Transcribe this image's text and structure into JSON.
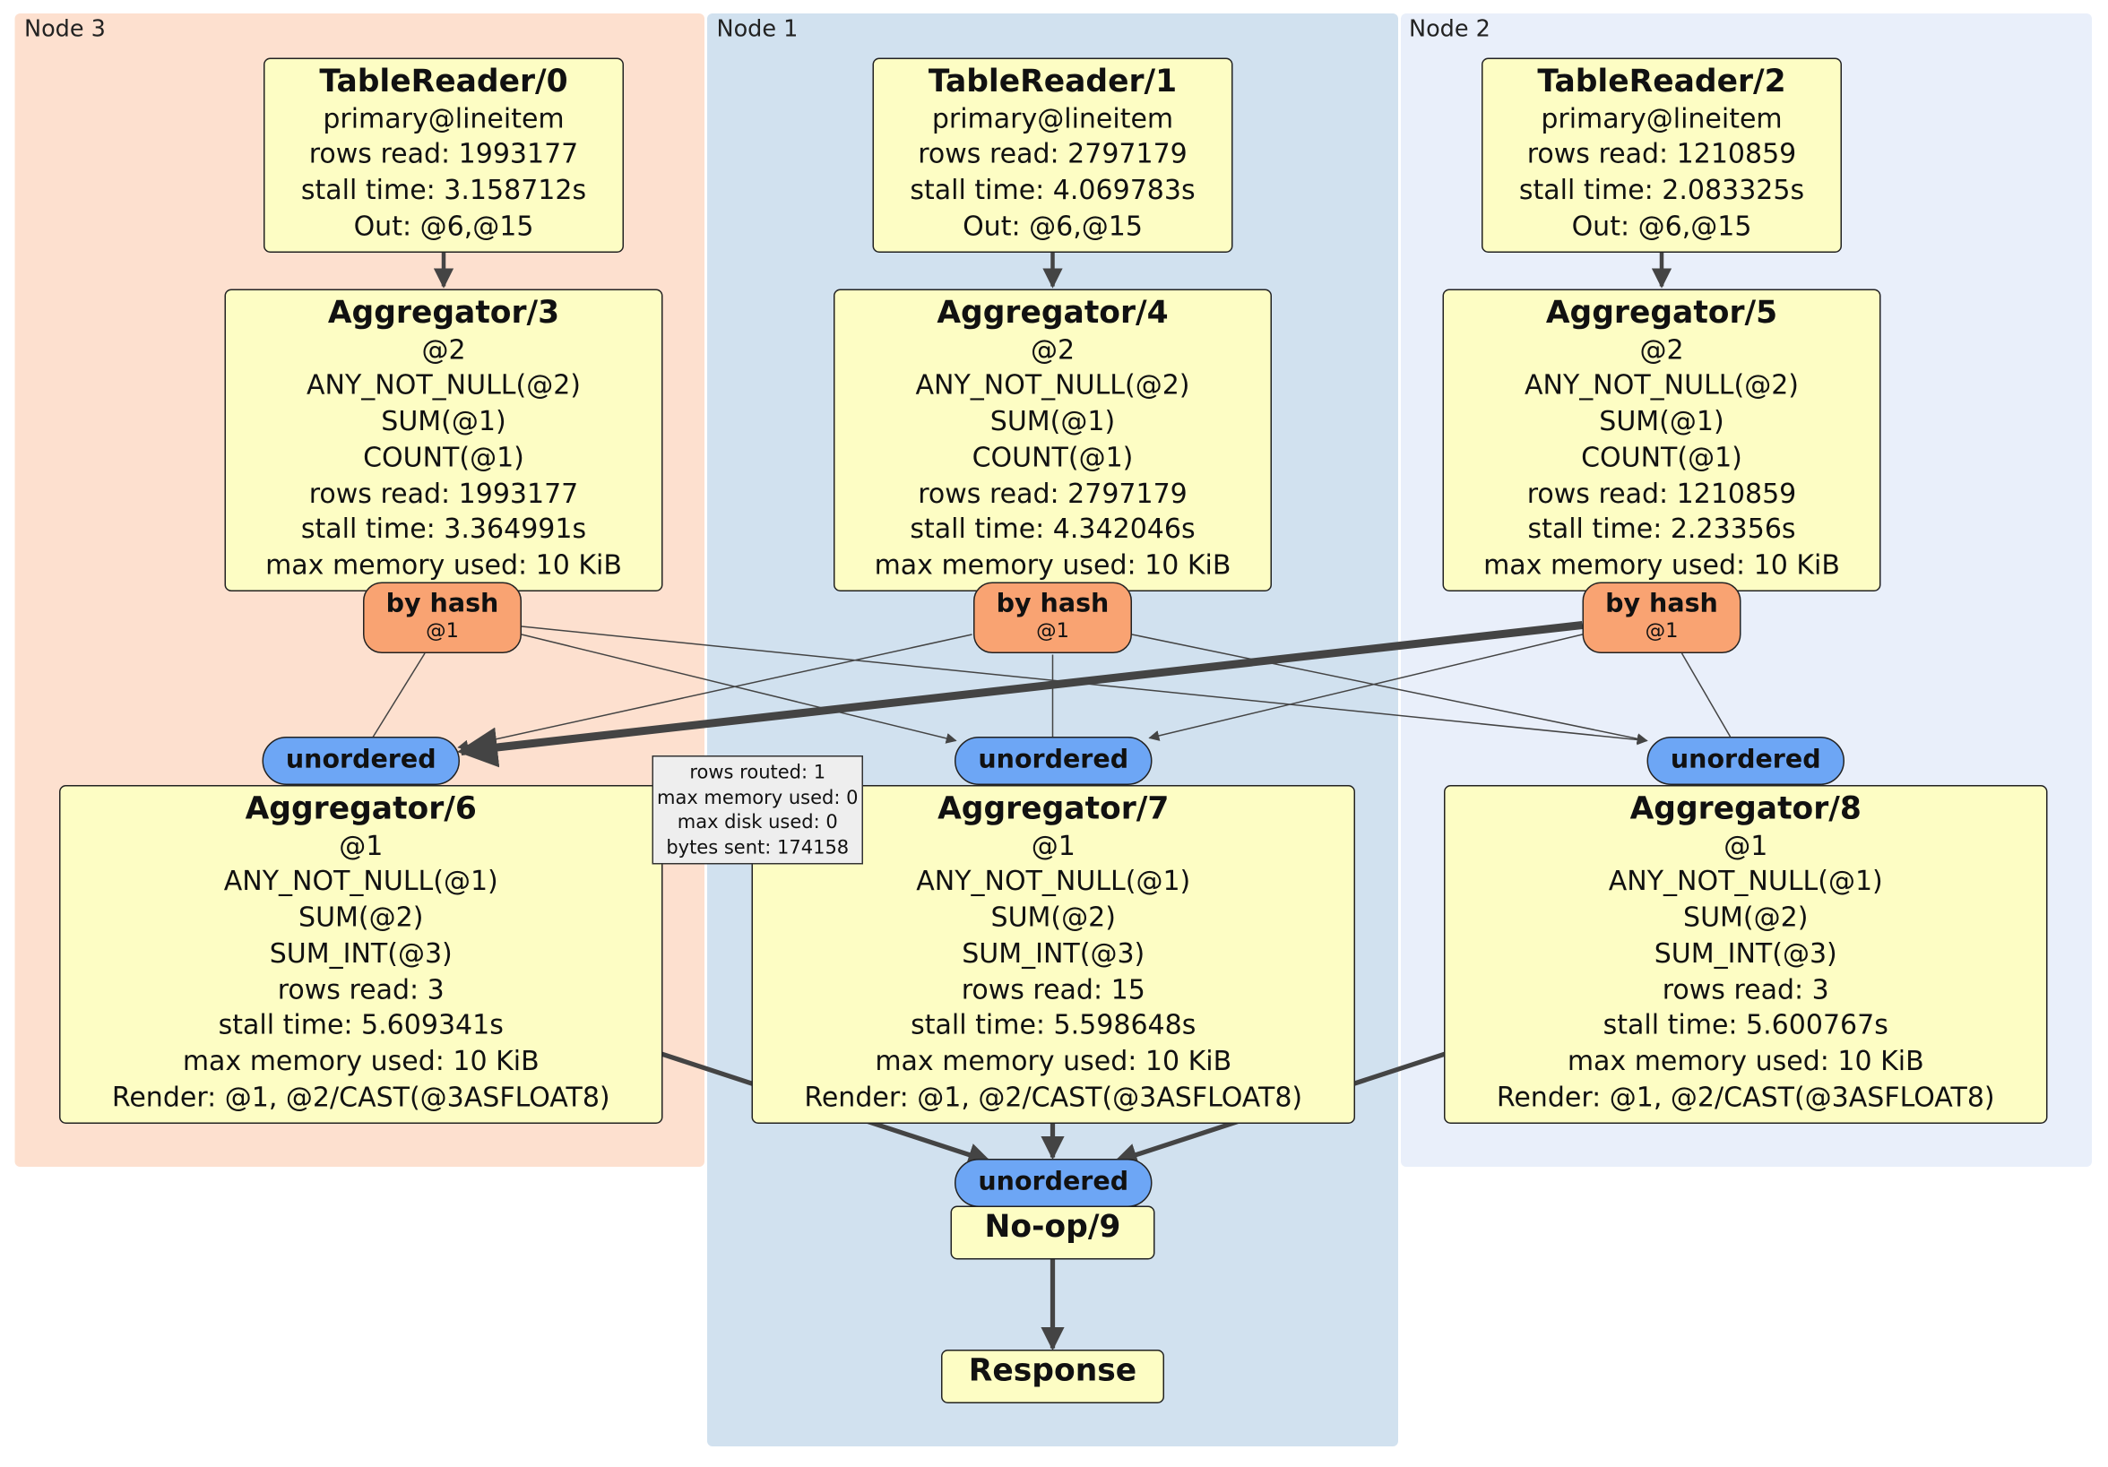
{
  "nodes": {
    "node3": {
      "label": "Node 3",
      "color": "#fde0cf"
    },
    "node1": {
      "label": "Node 1",
      "color": "#d1e1ef"
    },
    "node2": {
      "label": "Node 2",
      "color": "#e9effa"
    }
  },
  "processors": {
    "tablereader0": {
      "title": "TableReader/0",
      "lines": [
        "primary@lineitem",
        "rows read: 1993177",
        "stall time: 3.158712s",
        "Out: @6,@15"
      ]
    },
    "tablereader1": {
      "title": "TableReader/1",
      "lines": [
        "primary@lineitem",
        "rows read: 2797179",
        "stall time: 4.069783s",
        "Out: @6,@15"
      ]
    },
    "tablereader2": {
      "title": "TableReader/2",
      "lines": [
        "primary@lineitem",
        "rows read: 1210859",
        "stall time: 2.083325s",
        "Out: @6,@15"
      ]
    },
    "aggregator3": {
      "title": "Aggregator/3",
      "lines": [
        "@2",
        "ANY_NOT_NULL(@2)",
        "SUM(@1)",
        "COUNT(@1)",
        "rows read: 1993177",
        "stall time: 3.364991s",
        "max memory used: 10 KiB"
      ]
    },
    "aggregator4": {
      "title": "Aggregator/4",
      "lines": [
        "@2",
        "ANY_NOT_NULL(@2)",
        "SUM(@1)",
        "COUNT(@1)",
        "rows read: 2797179",
        "stall time: 4.342046s",
        "max memory used: 10 KiB"
      ]
    },
    "aggregator5": {
      "title": "Aggregator/5",
      "lines": [
        "@2",
        "ANY_NOT_NULL(@2)",
        "SUM(@1)",
        "COUNT(@1)",
        "rows read: 1210859",
        "stall time: 2.23356s",
        "max memory used: 10 KiB"
      ]
    },
    "aggregator6": {
      "title": "Aggregator/6",
      "lines": [
        "@1",
        "ANY_NOT_NULL(@1)",
        "SUM(@2)",
        "SUM_INT(@3)",
        "rows read: 3",
        "stall time: 5.609341s",
        "max memory used: 10 KiB",
        "Render: @1, @2/CAST(@3ASFLOAT8)"
      ]
    },
    "aggregator7": {
      "title": "Aggregator/7",
      "lines": [
        "@1",
        "ANY_NOT_NULL(@1)",
        "SUM(@2)",
        "SUM_INT(@3)",
        "rows read: 15",
        "stall time: 5.598648s",
        "max memory used: 10 KiB",
        "Render: @1, @2/CAST(@3ASFLOAT8)"
      ]
    },
    "aggregator8": {
      "title": "Aggregator/8",
      "lines": [
        "@1",
        "ANY_NOT_NULL(@1)",
        "SUM(@2)",
        "SUM_INT(@3)",
        "rows read: 3",
        "stall time: 5.600767s",
        "max memory used: 10 KiB",
        "Render: @1, @2/CAST(@3ASFLOAT8)"
      ]
    },
    "noop9": {
      "title": "No-op/9",
      "lines": []
    },
    "response": {
      "title": "Response",
      "lines": []
    }
  },
  "routers": {
    "hash3": {
      "label": "by hash",
      "sub": "@1"
    },
    "hash4": {
      "label": "by hash",
      "sub": "@1"
    },
    "hash5": {
      "label": "by hash",
      "sub": "@1"
    }
  },
  "syncs": {
    "sync6": "unordered",
    "sync7": "unordered",
    "sync8": "unordered",
    "sync9": "unordered"
  },
  "tooltip": {
    "lines": [
      "rows routed: 1",
      "max memory used: 0",
      "max disk used: 0",
      "bytes sent: 174158"
    ]
  },
  "colors": {
    "box_fill": "#fdfdc4",
    "router_fill": "#f9a372",
    "sync_fill": "#6da6f5",
    "edge": "#444444"
  }
}
